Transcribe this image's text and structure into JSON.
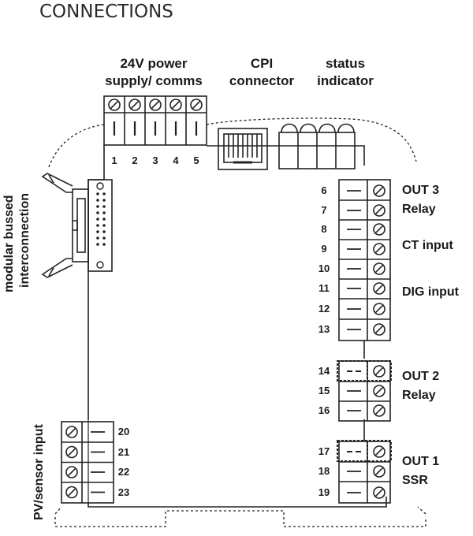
{
  "title": "CONNECTIONS",
  "labels": {
    "power_line1": "24V power",
    "power_line2": "supply/ comms",
    "cpi_line1": "CPI",
    "cpi_line2": "connector",
    "status_line1": "status",
    "status_line2": "indicator",
    "out3": "OUT 3",
    "out3_type": "Relay",
    "ct_input": "CT input",
    "dig_input": "DIG input",
    "out2": "OUT 2",
    "out2_type": "Relay",
    "out1": "OUT 1",
    "out1_type": "SSR",
    "modular_line1": "modular bussed",
    "modular_line2": "interconnection",
    "pv_input": "PV/sensor input"
  },
  "top_terminals": [
    "1",
    "2",
    "3",
    "4",
    "5"
  ],
  "right_terminals": [
    "6",
    "7",
    "8",
    "9",
    "10",
    "11",
    "12",
    "13",
    "14",
    "15",
    "16",
    "17",
    "18",
    "19"
  ],
  "left_terminals": [
    "20",
    "21",
    "22",
    "23"
  ]
}
